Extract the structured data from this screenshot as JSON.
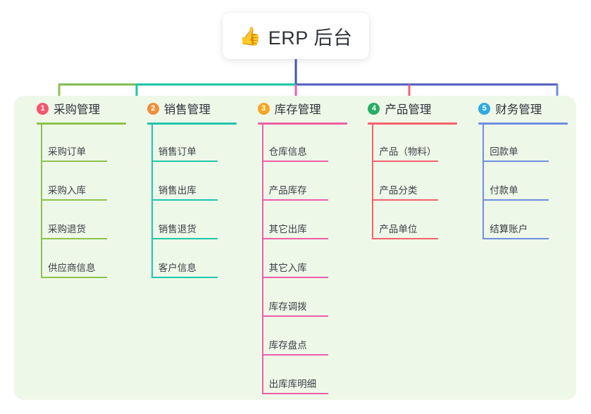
{
  "diagram": {
    "type": "mindmap",
    "title": "ERP 后台",
    "root": {
      "emoji": "👍",
      "icon_name": "thumbs-up-icon",
      "label": "ERP 后台",
      "card_color": "#ffffff",
      "stem_color": "#4055b8"
    },
    "panel_color": "#eef8e9",
    "branch_bus": [
      {
        "segment": "left",
        "color": "#7cbb4c"
      },
      {
        "segment": "middle",
        "color": "#14c2a3"
      },
      {
        "segment": "right",
        "color": "#4c5cc0"
      }
    ],
    "branches": [
      {
        "number": "1",
        "title": "采购管理",
        "badge_color": "#f4566c",
        "line_color": "#8cc24b",
        "items": [
          {
            "label": "采购订单"
          },
          {
            "label": "采购入库"
          },
          {
            "label": "采购退货"
          },
          {
            "label": "供应商信息"
          }
        ]
      },
      {
        "number": "2",
        "title": "销售管理",
        "badge_color": "#f08f3c",
        "line_color": "#20c5ab",
        "items": [
          {
            "label": "销售订单"
          },
          {
            "label": "销售出库"
          },
          {
            "label": "销售退货"
          },
          {
            "label": "客户信息"
          }
        ]
      },
      {
        "number": "3",
        "title": "库存管理",
        "badge_color": "#f5a623",
        "line_color": "#ef5fa5",
        "items": [
          {
            "label": "仓库信息"
          },
          {
            "label": "产品库存"
          },
          {
            "label": "其它出库"
          },
          {
            "label": "其它入库"
          },
          {
            "label": "库存调拨"
          },
          {
            "label": "库存盘点"
          },
          {
            "label": "出库库明细"
          }
        ]
      },
      {
        "number": "4",
        "title": "产品管理",
        "badge_color": "#27ae60",
        "line_color": "#f4626c",
        "items": [
          {
            "label": "产品（物料）"
          },
          {
            "label": "产品分类"
          },
          {
            "label": "产品单位"
          }
        ]
      },
      {
        "number": "5",
        "title": "财务管理",
        "badge_color": "#2eaae0",
        "line_color": "#6f8ede",
        "items": [
          {
            "label": "回款单"
          },
          {
            "label": "付款单"
          },
          {
            "label": "结算账户"
          }
        ]
      }
    ]
  }
}
